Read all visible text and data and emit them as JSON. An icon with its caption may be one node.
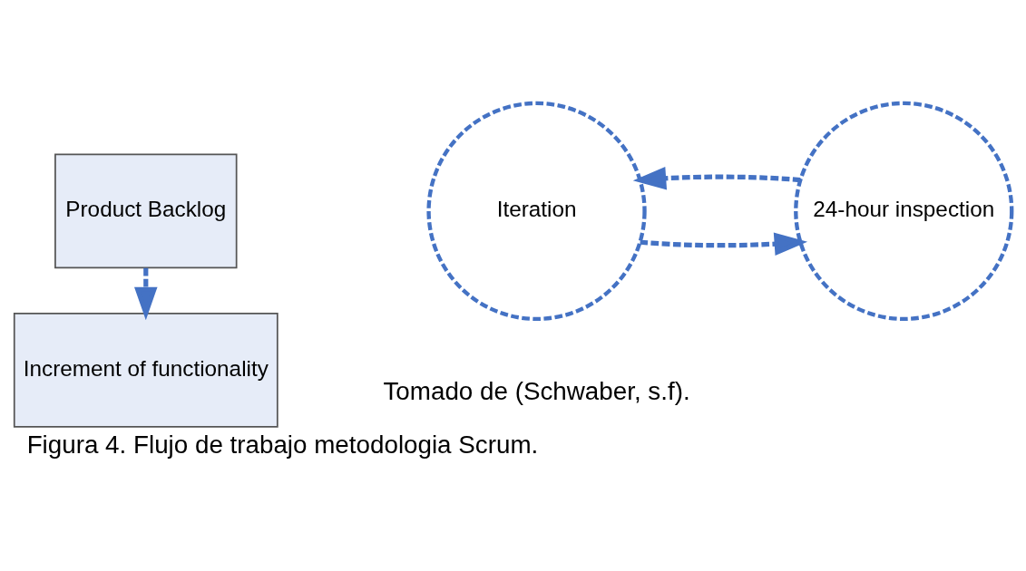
{
  "diagram": {
    "caption": "Figura 4. Flujo de trabajo metodologia Scrum.",
    "nodes": [
      {
        "text": [
          "Product Backlog"
        ]
      },
      {
        "text": [
          "24-hour inspection"
        ]
      },
      {
        "text": [
          "Iteration"
        ]
      },
      {
        "text": [
          "Increment of functionality"
        ]
      }
    ],
    "edges": [
      {
        "from": 0,
        "to": 3,
        "arrow": "to",
        "style": "dashed"
      },
      {
        "from": 1,
        "to": 2,
        "arrow": "to",
        "style": "dashed"
      },
      {
        "from": 2,
        "to": 1,
        "arrow": "to",
        "style": "dashed"
      }
    ],
    "labels": [
      "Tomado de (Schwaber, s.f)."
    ]
  }
}
